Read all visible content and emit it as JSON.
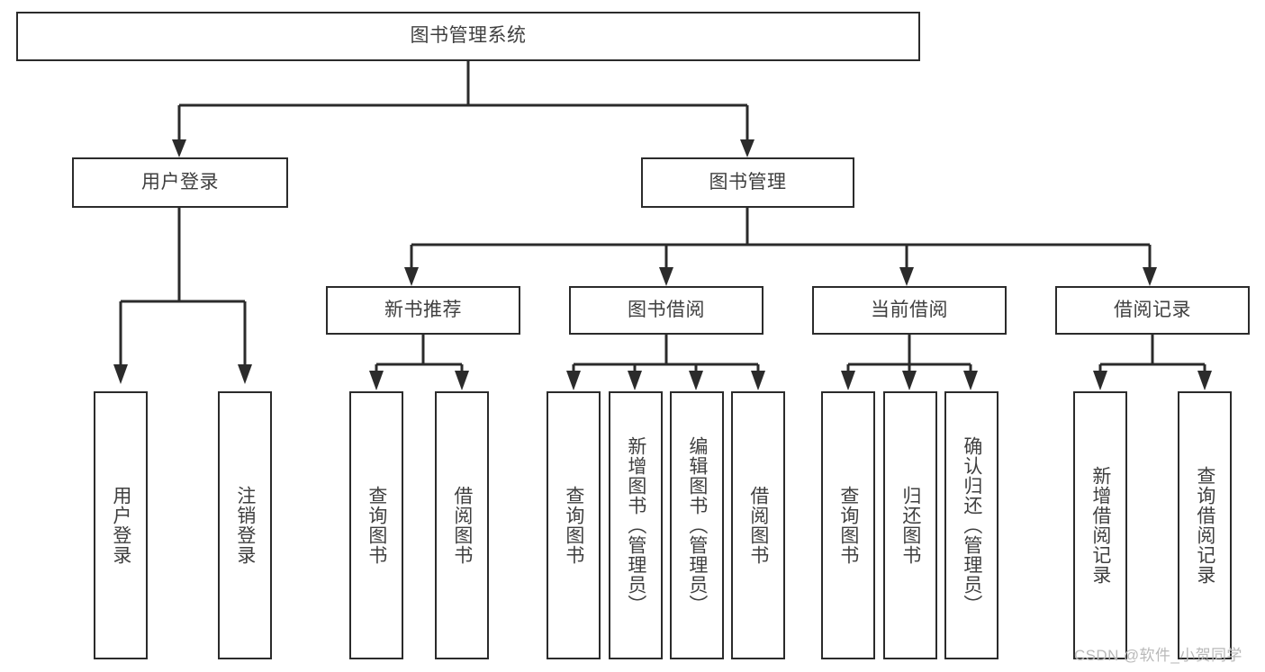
{
  "diagram": {
    "title": "图书管理系统",
    "type": "tree-hierarchy",
    "watermark": "CSDN @软件_小贺同学",
    "colors": {
      "stroke": "#2b2b2b",
      "box_fill": "#ffffff",
      "text": "#3f3f3f",
      "watermark": "#b9b9b9",
      "background": "#ffffff"
    },
    "root": {
      "label": "图书管理系统"
    },
    "level2": [
      {
        "label": "用户登录"
      },
      {
        "label": "图书管理"
      }
    ],
    "level3": [
      {
        "label": "新书推荐"
      },
      {
        "label": "图书借阅"
      },
      {
        "label": "当前借阅"
      },
      {
        "label": "借阅记录"
      }
    ],
    "leaves": {
      "user_login": [
        {
          "label": "用户登录"
        },
        {
          "label": "注销登录"
        }
      ],
      "new_book_recommend": [
        {
          "label": "查询图书"
        },
        {
          "label": "借阅图书"
        }
      ],
      "book_borrow": [
        {
          "label": "查询图书"
        },
        {
          "label": "新增图书（管理员）"
        },
        {
          "label": "编辑图书（管理员）"
        },
        {
          "label": "借阅图书"
        }
      ],
      "current_borrow": [
        {
          "label": "查询图书"
        },
        {
          "label": "归还图书"
        },
        {
          "label": "确认归还（管理员）"
        }
      ],
      "borrow_record": [
        {
          "label": "新增借阅记录"
        },
        {
          "label": "查询借阅记录"
        }
      ]
    }
  }
}
